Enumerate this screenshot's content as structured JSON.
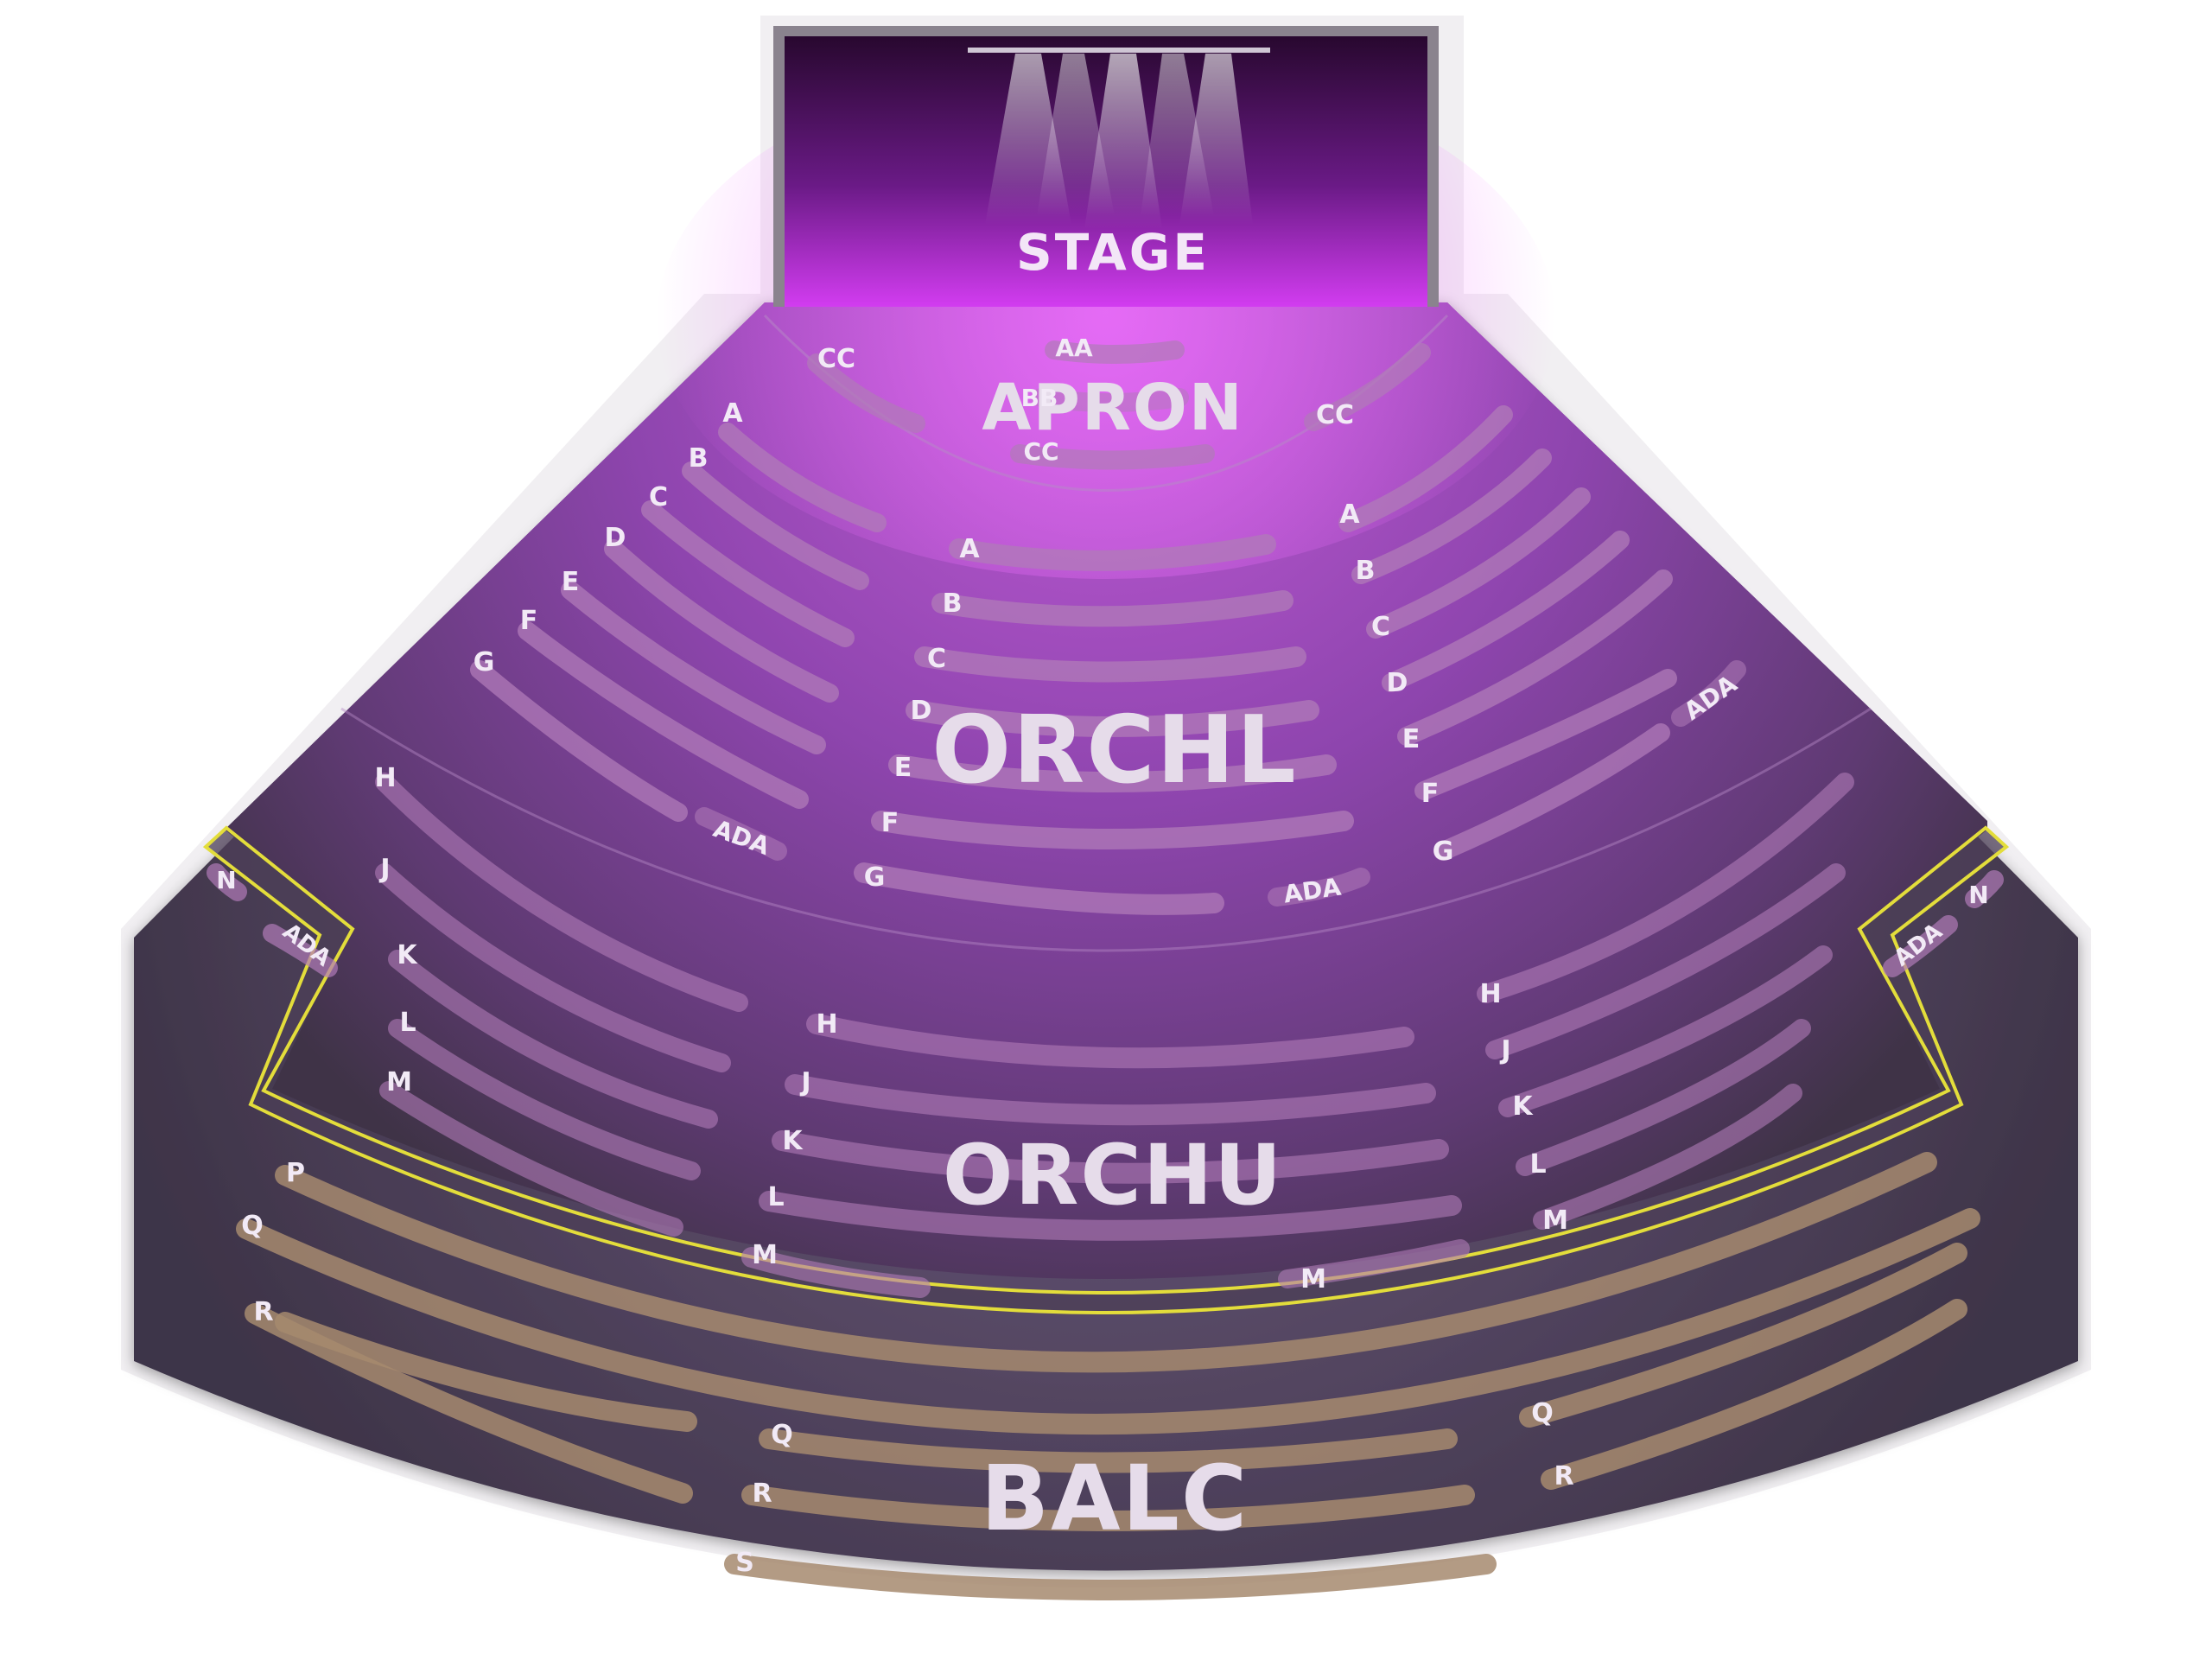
{
  "stage": {
    "label": "STAGE"
  },
  "sections": {
    "apron": "APRON",
    "orchl": "ORCHL",
    "orchu": "ORCHU",
    "balc": "BALC"
  },
  "colors": {
    "stage_glow": "#d63cf0",
    "orch_purple": "#8a4aa8",
    "balcony_gray": "#5d4f6a",
    "row_orch": "#b07bb8",
    "row_balc": "#a6896e",
    "ada_outline": "#e3dd3b"
  },
  "rows": {
    "apron_left": [
      "CC"
    ],
    "apron_center": [
      "AA",
      "BB",
      "CC"
    ],
    "apron_right": [
      "CC"
    ],
    "orchl_left": [
      "A",
      "B",
      "C",
      "D",
      "E",
      "F",
      "G"
    ],
    "orchl_center": [
      "A",
      "B",
      "C",
      "D",
      "E",
      "F",
      "G"
    ],
    "orchl_right": [
      "A",
      "B",
      "C",
      "D",
      "E",
      "F",
      "G"
    ],
    "orchu_left": [
      "H",
      "J",
      "K",
      "L",
      "M"
    ],
    "orchu_center": [
      "H",
      "J",
      "K",
      "L",
      "M"
    ],
    "orchu_right": [
      "H",
      "J",
      "K",
      "L",
      "M"
    ],
    "box_left": [
      "N"
    ],
    "box_right": [
      "N"
    ],
    "balc_side": [
      "P",
      "Q",
      "R"
    ],
    "balc_center": [
      "Q",
      "R",
      "S"
    ],
    "balc_right": [
      "Q",
      "R"
    ]
  },
  "ada": {
    "orchl_left": "ADA",
    "orchl_center": "ADA",
    "orchl_right": "ADA",
    "box_left": "ADA",
    "box_right": "ADA"
  }
}
